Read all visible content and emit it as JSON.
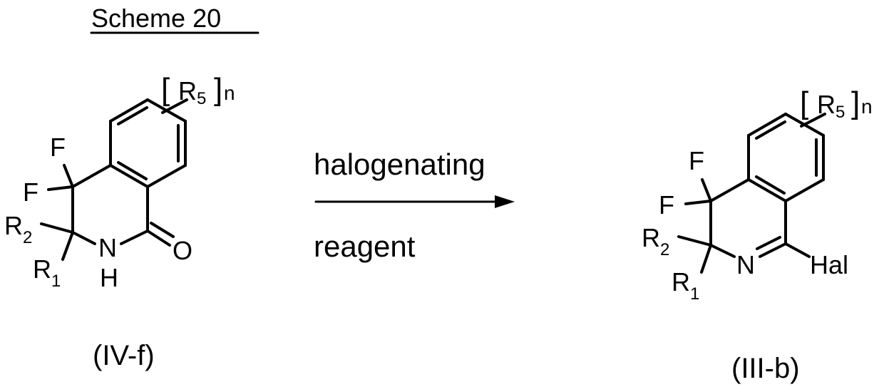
{
  "scheme_title": "Scheme 20",
  "reagent": {
    "line1": "halogenating",
    "line2": "reagent"
  },
  "reactant": {
    "label": "(IV-f)",
    "atoms": {
      "F_top": "F",
      "F_left": "F",
      "R2": "R",
      "R2_sub": "2",
      "R1": "R",
      "R1_sub": "1",
      "N": "N",
      "H": "H",
      "O": "O",
      "bracket_open": "[",
      "R5": "R",
      "R5_sub": "5",
      "bracket_close": "]",
      "n": "n"
    }
  },
  "product": {
    "label": "(III-b)",
    "atoms": {
      "F_top": "F",
      "F_left": "F",
      "R2": "R",
      "R2_sub": "2",
      "R1": "R",
      "R1_sub": "1",
      "N": "N",
      "Hal": "Hal",
      "bracket_open": "[",
      "R5": "R",
      "R5_sub": "5",
      "bracket_close": "]",
      "n": "n"
    }
  }
}
